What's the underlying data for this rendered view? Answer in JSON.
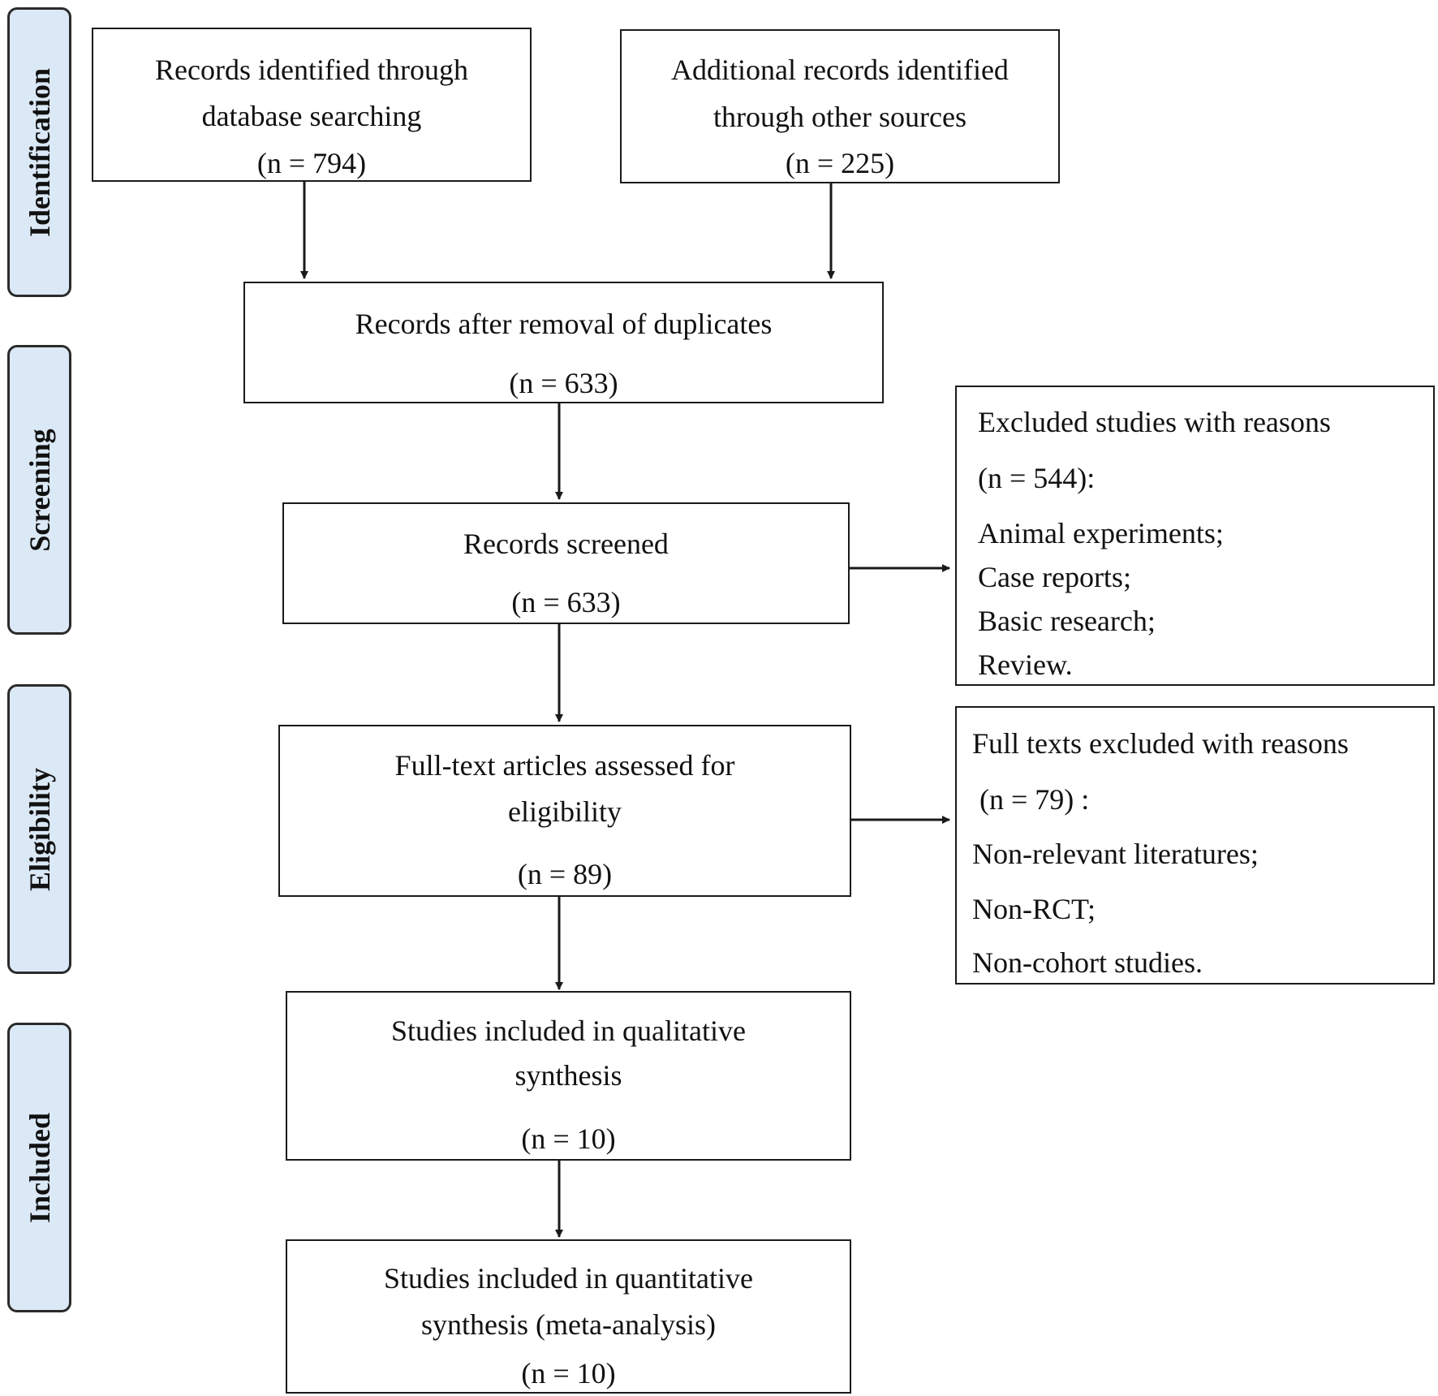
{
  "stages": {
    "identification": "Identification",
    "screening": "Screening",
    "eligibility": "Eligibility",
    "included": "Included"
  },
  "boxes": {
    "database_search": {
      "lines": [
        "Records identified through",
        "database searching"
      ],
      "count": "(n = 794)"
    },
    "other_sources": {
      "lines": [
        "Additional records  identified",
        "through  other sources"
      ],
      "count": "(n = 225)"
    },
    "after_duplicates": {
      "lines": [
        "Records after removal of duplicates"
      ],
      "count": "(n = 633)"
    },
    "screened": {
      "lines": [
        "Records screened"
      ],
      "count": "(n = 633)"
    },
    "excluded_studies": {
      "lines": [
        "Excluded studies with reasons",
        "(n = 544):",
        "Animal experiments;",
        "Case reports;",
        "Basic research;",
        "Review."
      ]
    },
    "full_text": {
      "lines": [
        "Full-text articles assessed for",
        "eligibility"
      ],
      "count": "(n = 89)"
    },
    "full_text_excluded": {
      "lines": [
        "Full texts excluded with reasons",
        " (n = 79) :",
        "Non-relevant literatures;",
        "Non-RCT;",
        "Non-cohort studies."
      ]
    },
    "qualitative": {
      "lines": [
        "Studies included in qualitative",
        "synthesis"
      ],
      "count": "(n = 10)"
    },
    "quantitative": {
      "lines": [
        "Studies included in quantitative",
        "synthesis (meta-analysis)"
      ],
      "count": "(n = 10)"
    }
  }
}
